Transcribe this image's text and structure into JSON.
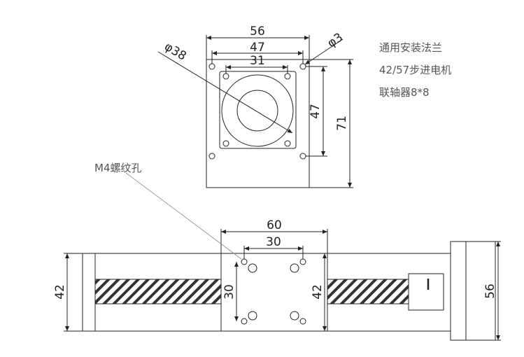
{
  "notes": {
    "line1": "通用安装法兰",
    "line2": "42/57步进电机",
    "line3": "联轴器8*8"
  },
  "callouts": {
    "m4_hole": "M4螺纹孔"
  },
  "top_view": {
    "dims": {
      "width_56": "56",
      "width_47": "47",
      "width_31": "31",
      "dia_38": "φ38",
      "dia_3": "φ3",
      "height_47": "47",
      "height_71": "71"
    }
  },
  "side_view": {
    "dims": {
      "width_60": "60",
      "width_30": "30",
      "height_42_left": "42",
      "height_30": "30",
      "height_42_mid": "42",
      "height_56": "56"
    }
  },
  "colors": {
    "line": "#222222",
    "leader": "#888888",
    "hatch": "#333333"
  }
}
